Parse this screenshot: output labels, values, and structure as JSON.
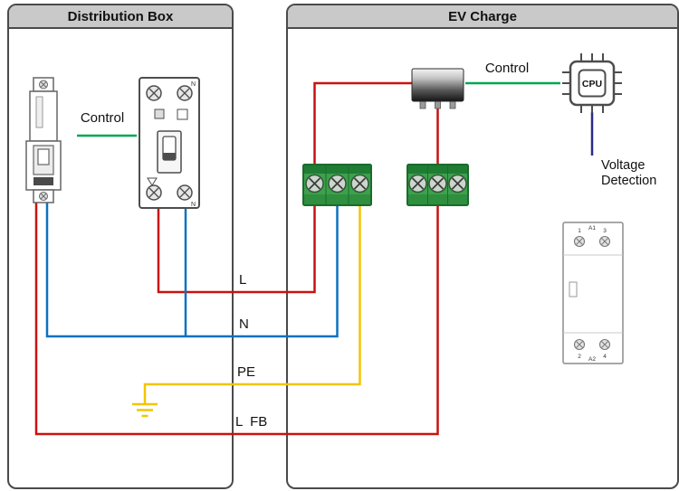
{
  "panels": {
    "distribution": {
      "title": "Distribution Box"
    },
    "ev": {
      "title": "EV Charge"
    }
  },
  "labels": {
    "control_left": "Control",
    "control_right": "Control",
    "voltage_detection": "Voltage Detection"
  },
  "wires": {
    "l": {
      "label": "L",
      "color": "#c9120f"
    },
    "n": {
      "label": "N",
      "color": "#0b72bf"
    },
    "pe": {
      "label": "PE",
      "color": "#f2c500"
    },
    "lfb": {
      "label": "L  FB",
      "color": "#c9120f"
    },
    "control": {
      "color": "#00a651"
    },
    "voltage_detection": {
      "color": "#2b2b8c"
    }
  },
  "components": {
    "rcbo": {
      "n_top": "N",
      "n_bottom": "N"
    },
    "cpu": {
      "label": "CPU"
    },
    "contactor": {
      "t1": "1",
      "t3": "3",
      "a1": "A1",
      "t2": "2",
      "t4": "4",
      "a2": "A2"
    }
  }
}
